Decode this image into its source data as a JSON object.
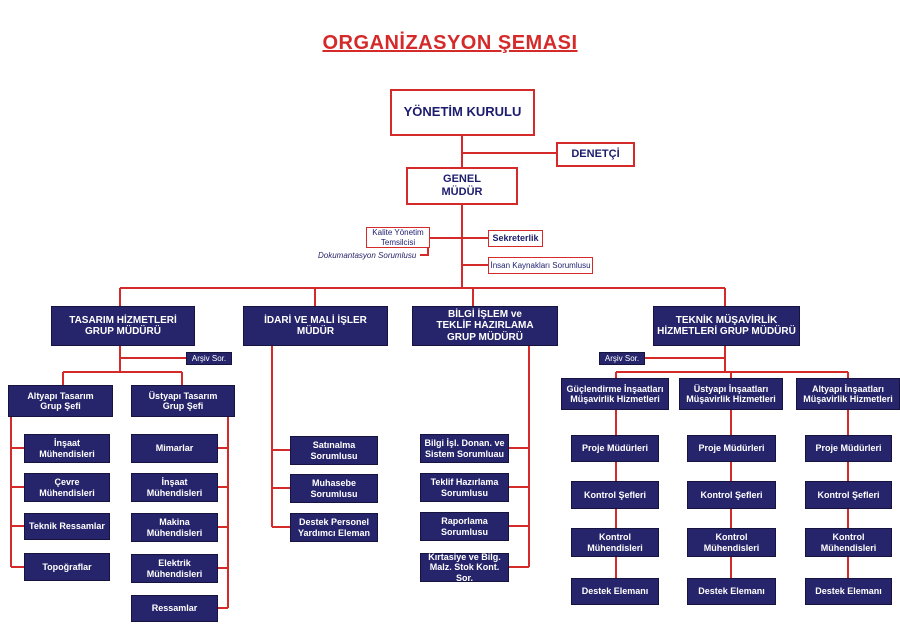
{
  "title": "ORGANİZASYON ŞEMASI",
  "nodes": {
    "yonetim_kurulu": "YÖNETİM KURULU",
    "denetci": "DENETÇİ",
    "genel_mudur": "GENEL\nMÜDÜR",
    "kalite": "Kalite Yönetim\nTemsilcisi",
    "dokumantasyon": "Dokumantasyon Sorumlusu",
    "sekreterlik": "Sekreterlik",
    "insan_kaynaklari": "İnsan Kaynakları Sorumlusu",
    "tasarim": "TASARIM HİZMETLERİ\nGRUP MÜDÜRÜ",
    "idari": "İDARİ VE MALİ İŞLER\nMÜDÜR",
    "bilgi": "BİLGİ İŞLEM ve\nTEKLİF HAZIRLAMA\nGRUP MÜDÜRÜ",
    "teknik": "TEKNİK  MÜŞAVİRLİK\nHİZMETLERİ GRUP MÜDÜRÜ",
    "arsiv1": "Arşiv Sor.",
    "arsiv2": "Arşiv Sor.",
    "altyapi_tasarim": "Altyapı Tasarım\nGrup Şefi",
    "ustyapi_tasarim": "Üstyapı Tasarım\nGrup Şefi",
    "insaat_muh1": "İnşaat\nMühendisleri",
    "cevre_muh": "Çevre\nMühendisleri",
    "teknik_ressamlar": "Teknik Ressamlar",
    "topograflar": "Topoğraflar",
    "mimarlar": "Mimarlar",
    "insaat_muh2": "İnşaat\nMühendisleri",
    "makina_muh": "Makina\nMühendisleri",
    "elektrik_muh": "Elektrik\nMühendisleri",
    "ressamlar": "Ressamlar",
    "satinalma": "Satınalma\nSorumlusu",
    "muhasebe": "Muhasebe\nSorumlusu",
    "destek_personel": "Destek Personel\nYardımcı Eleman",
    "bilgi_donanim": "Bilgi İşl. Donan. ve\nSistem Sorumluau",
    "teklif": "Teklif Hazırlama\nSorumlusu",
    "raporlama": "Raporlama\nSorumlusu",
    "kirtasiye": "Kırtasiye ve Bilg.\nMalz. Stok Kont. Sor.",
    "guclendirme": "Güçlendirme İnşaatları\nMüşavirlik Hizmetleri",
    "ustyapi_insaat": "Üstyapı İnşaatları\nMüşavirlik Hizmetleri",
    "altyapi_insaat": "Altyapı İnşaatları\nMüşavirlik Hizmetleri",
    "proje_mudurleri": "Proje Müdürleri",
    "kontrol_sefleri": "Kontrol Şefleri",
    "kontrol_muh": "Kontrol\nMühendisleri",
    "destek_elemani": "Destek Elemanı"
  },
  "colors": {
    "accent": "#d42a2a",
    "navy": "#26246a"
  }
}
